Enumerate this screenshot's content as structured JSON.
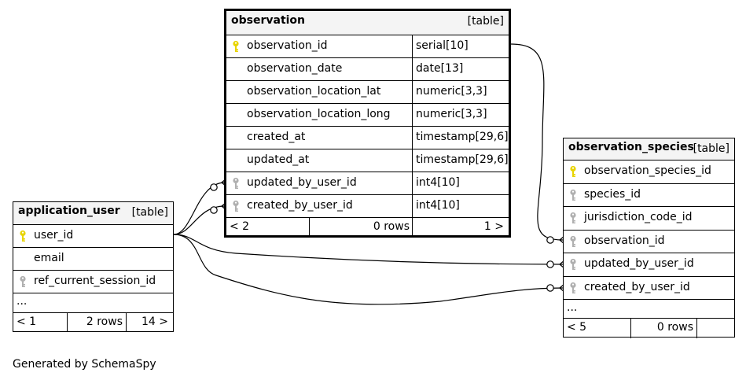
{
  "tables": {
    "observation": {
      "name": "observation",
      "kind": "[table]",
      "columns": [
        {
          "name": "observation_id",
          "type": "serial[10]",
          "key": "primary"
        },
        {
          "name": "observation_date",
          "type": "date[13]",
          "key": "none"
        },
        {
          "name": "observation_location_lat",
          "type": "numeric[3,3]",
          "key": "none"
        },
        {
          "name": "observation_location_long",
          "type": "numeric[3,3]",
          "key": "none"
        },
        {
          "name": "created_at",
          "type": "timestamp[29,6]",
          "key": "none"
        },
        {
          "name": "updated_at",
          "type": "timestamp[29,6]",
          "key": "none"
        },
        {
          "name": "updated_by_user_id",
          "type": "int4[10]",
          "key": "foreign"
        },
        {
          "name": "created_by_user_id",
          "type": "int4[10]",
          "key": "foreign"
        }
      ],
      "footer": {
        "parents": "< 2",
        "rows": "0 rows",
        "children": "1 >"
      }
    },
    "application_user": {
      "name": "application_user",
      "kind": "[table]",
      "columns": [
        {
          "name": "user_id",
          "key": "primary"
        },
        {
          "name": "email",
          "key": "none"
        },
        {
          "name": "ref_current_session_id",
          "key": "foreign"
        }
      ],
      "more": "...",
      "footer": {
        "parents": "< 1",
        "rows": "2 rows",
        "children": "14 >"
      }
    },
    "observation_species": {
      "name": "observation_species",
      "kind": "[table]",
      "columns": [
        {
          "name": "observation_species_id",
          "key": "primary"
        },
        {
          "name": "species_id",
          "key": "foreign"
        },
        {
          "name": "jurisdiction_code_id",
          "key": "foreign"
        },
        {
          "name": "observation_id",
          "key": "foreign"
        },
        {
          "name": "updated_by_user_id",
          "key": "foreign"
        },
        {
          "name": "created_by_user_id",
          "key": "foreign"
        }
      ],
      "more": "...",
      "footer": {
        "parents": "< 5",
        "rows": "0 rows",
        "children": ""
      }
    }
  },
  "key_colors": {
    "primary": "#e8d400",
    "foreign": "#b0b0b0"
  },
  "footer_credit": "Generated by SchemaSpy"
}
